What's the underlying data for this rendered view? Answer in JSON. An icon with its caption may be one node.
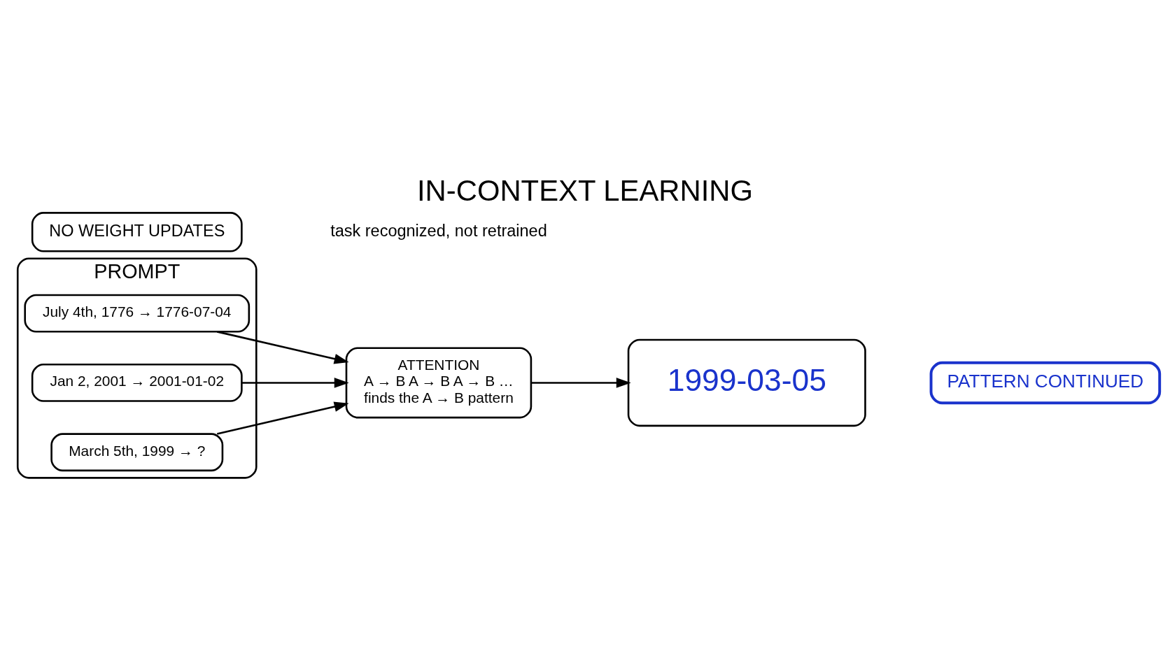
{
  "diagram": {
    "title": "IN-CONTEXT LEARNING",
    "nodes": [
      {
        "text": [
          "PROMPT"
        ]
      },
      {
        "text": [
          "July 4th, 1776 → 1776-07-04"
        ],
        "in": 0
      },
      {
        "text": [
          "Jan 2, 2001 → 2001-01-02"
        ],
        "in": 0
      },
      {
        "text": [
          "March 5th, 1999 → ?"
        ],
        "in": 0
      },
      {
        "text": [
          "ATTENTION",
          "A → B A → B A → B …",
          "finds the A → B pattern"
        ]
      },
      {
        "text": [
          "1999-03-05"
        ]
      },
      {
        "text": [
          "PATTERN CONTINUED"
        ]
      },
      {
        "text": [
          "NO WEIGHT UPDATES"
        ]
      }
    ],
    "edges": [
      {
        "from": 1,
        "to": 4,
        "arrow": "to"
      },
      {
        "from": 2,
        "to": 4,
        "arrow": "to"
      },
      {
        "from": 3,
        "to": 4,
        "arrow": "to"
      },
      {
        "from": 4,
        "to": 5,
        "arrow": "to"
      }
    ],
    "labels": [
      "task recognized, not retrained"
    ]
  }
}
